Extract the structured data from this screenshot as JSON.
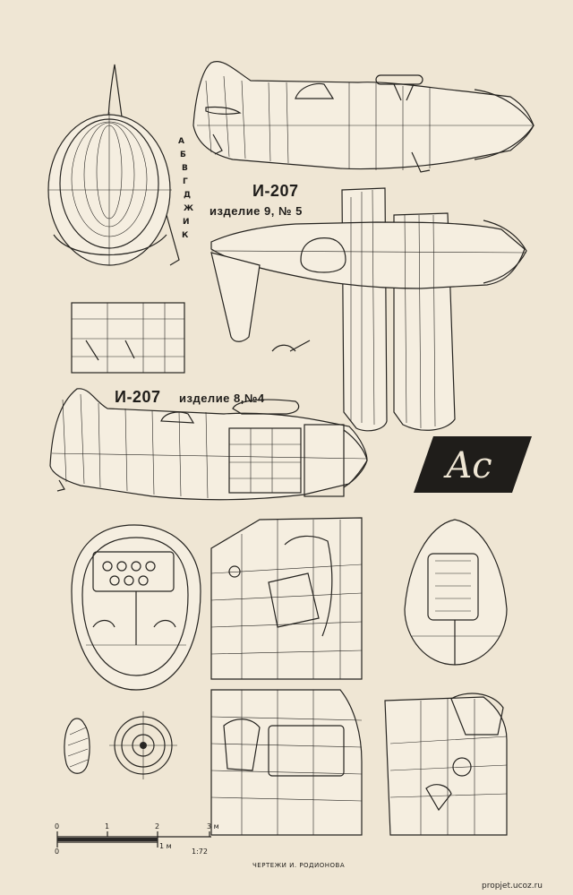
{
  "titles": {
    "view1_name": "И-207",
    "view1_sub": "изделие 9, № 5",
    "view2_name": "И-207",
    "view2_sub": "изделие 8,№4"
  },
  "stations": [
    "А",
    "Б",
    "В",
    "Г",
    "Д",
    "Ж",
    "И",
    "К"
  ],
  "scale": {
    "ticks_top": [
      "0",
      "1",
      "2",
      "3 м"
    ],
    "ticks_bottom": [
      "0",
      "1 м"
    ],
    "ratio": "1:72"
  },
  "credit": "ЧЕРТЕЖИ    И. РОДИОНОВА",
  "site": "propjet.ucoz.ru",
  "logo_text": "Ac",
  "colors": {
    "paper": "#efe6d4",
    "ink": "#262420",
    "logo_bg": "#1f1d1a"
  }
}
